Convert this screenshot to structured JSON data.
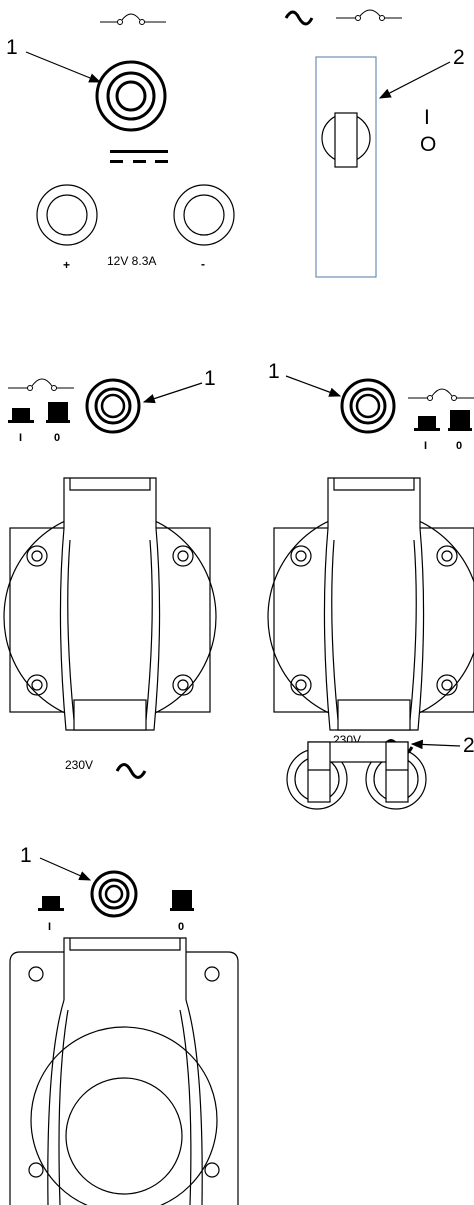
{
  "callouts": {
    "top_fuse_holder": "1",
    "top_main_switch": "2",
    "left_fuse_holder": "1",
    "right_fuse_holder": "1",
    "bottom_fuse_holder": "1",
    "bottom_switch": "2"
  },
  "switch_marks": {
    "on": "I",
    "off": "O"
  },
  "dc_panel": {
    "plus": "+",
    "minus": "-",
    "rating": "12V 8.3A"
  },
  "button_marks": {
    "on": "I",
    "off": "0"
  },
  "socket_rating": "230V",
  "icons": [
    "fuse-icon",
    "ac-wave-icon",
    "dc-symbol-icon",
    "push-button-icon",
    "arrow-icon"
  ]
}
